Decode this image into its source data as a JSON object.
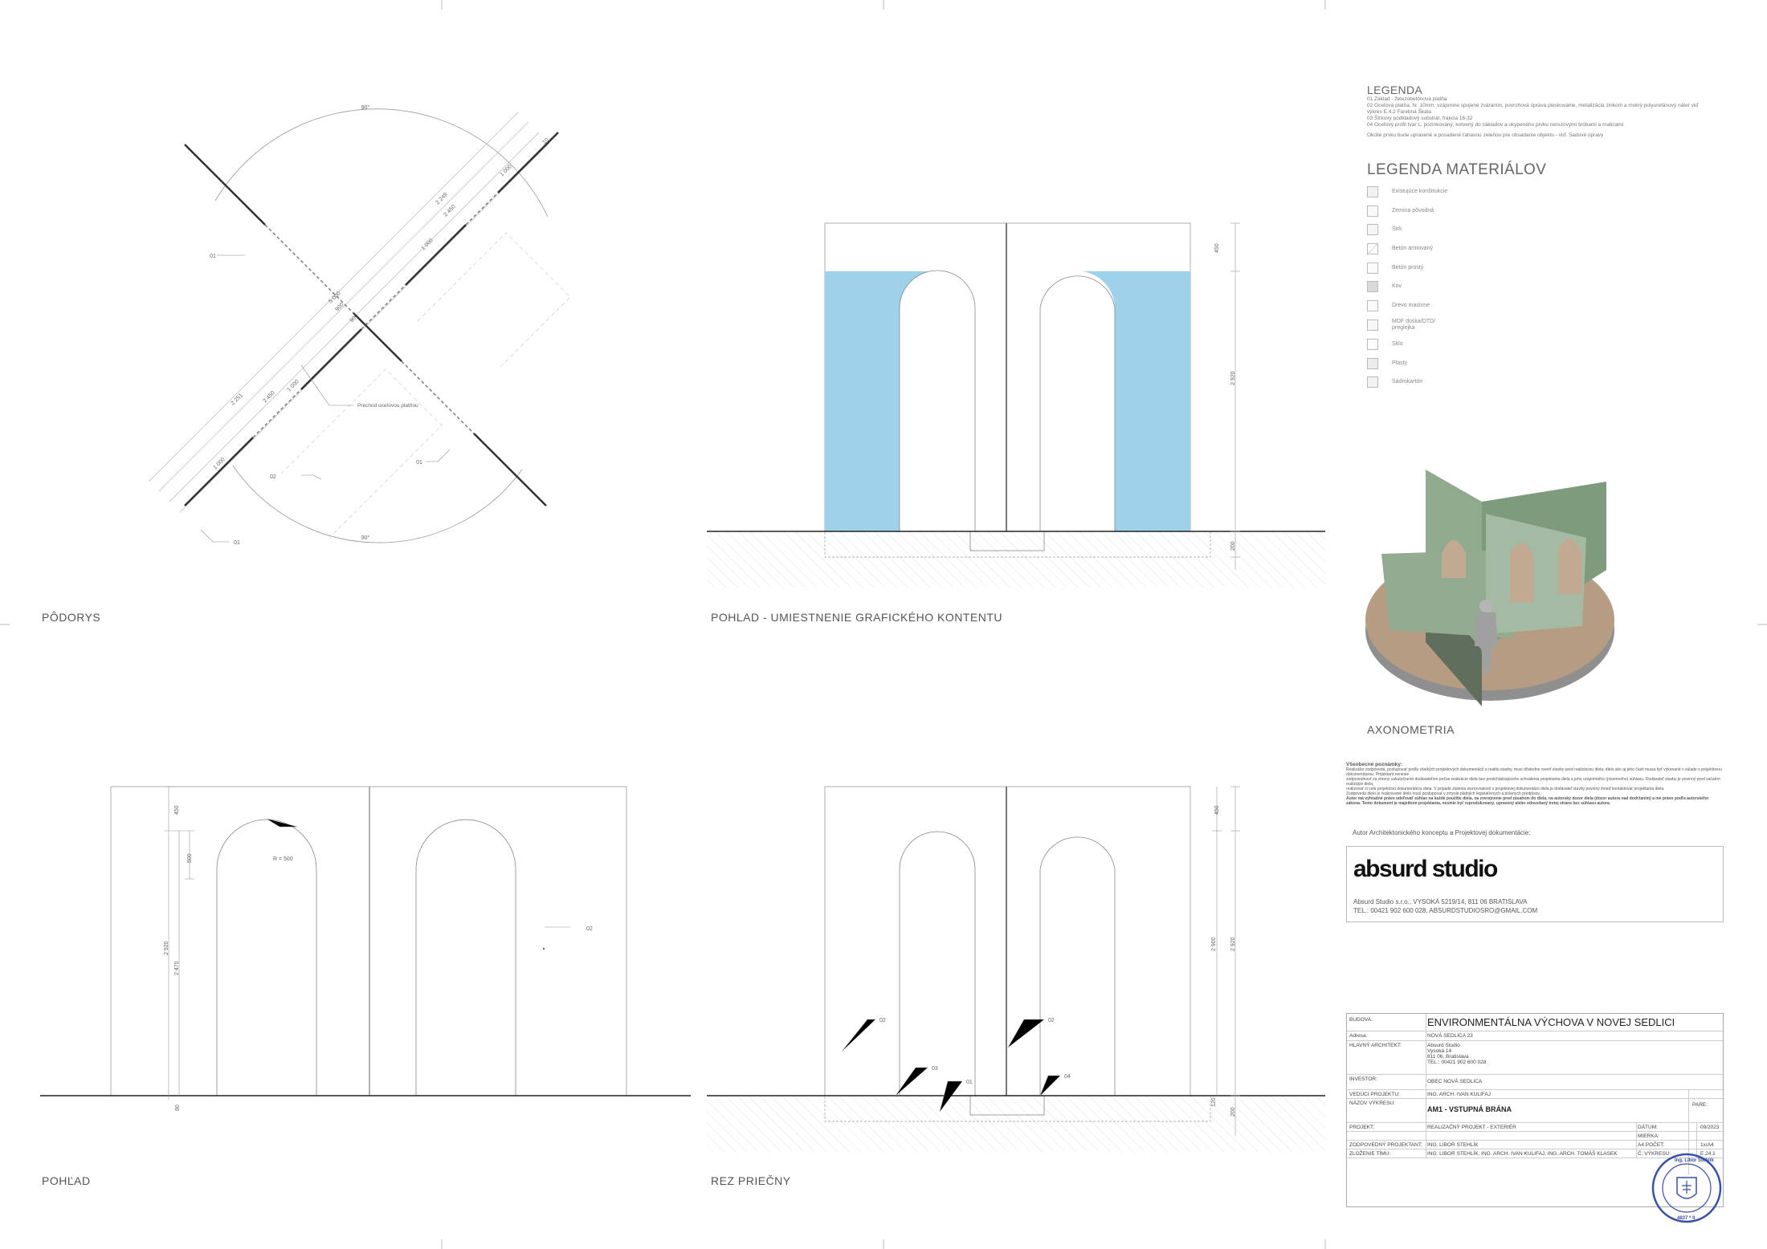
{
  "views": {
    "plan": "PÔDORYS",
    "elevation_graphic": "POHLAD - UMIESTNENIE GRAFICKÉHO KONTENTU",
    "elevation": "POHĽAD",
    "section": "REZ PRIEČNY",
    "axonometry": "AXONOMETRIA"
  },
  "plan": {
    "angle_top": "90°",
    "angle_bottom": "90°",
    "callouts": [
      "01",
      "01",
      "01",
      "02"
    ],
    "note_label": "Prechod oceľovou platňou",
    "dims": [
      "2 249",
      "2 450",
      "1 000",
      "1 000",
      "2 251",
      "2 450",
      "1 000",
      "1 000",
      "5 000",
      "900",
      "900",
      "10"
    ]
  },
  "elev_graphic": {
    "dim_top": "450",
    "dim_main": "2 920",
    "dim_base": "200",
    "colors": {
      "panel": "#9dd2ea"
    }
  },
  "elevation": {
    "dim_top": "450",
    "dim_arch": "500",
    "dim_total": "2 920",
    "dim_opening": "2 470",
    "radius": "R = 500",
    "callout": "02",
    "dim_bottom": "80"
  },
  "section": {
    "dim_top": "450",
    "dim_inner": "2 900",
    "dim_total": "2 920",
    "dim_base_a": "120",
    "dim_base_b": "200",
    "callouts": [
      "02",
      "02",
      "03",
      "01",
      "04"
    ]
  },
  "legend": {
    "title": "LEGENDA",
    "items": [
      "01 Základ - železobetónová platňa",
      "02 Oceľová platňa, hr. 10mm, vzájomne spojené zváraním, povrchová úprava pieskovanie, metalizácia zinkom a mokrý polyuretánový náter viď",
      "výkres E.4.2 Farebná Škála",
      "03 Štrkový podkladový substrát, frakcia 16-32",
      "04 Oceľový profil tvar L, pozinkovaný, kotvený do základov a ukypeného prvku nerezovými šróbami a maticami",
      "Okolie prvku bude upravené a posadené ťahavou zeleňou pre obsadanie objektu - viď. Sadové úpravy"
    ]
  },
  "materials": {
    "title": "LEGENDA MATERIÁLOV",
    "items": [
      "Existujúce konštrukcie",
      "Zemina pôvodná",
      "Štrk",
      "Betón armovaný",
      "Betón prostý",
      "Kov",
      "Drevo masívne",
      "MDF doska/DTD/ preglejka",
      "Sklo",
      "Plasty",
      "Sádrokartón"
    ]
  },
  "notes": {
    "heading": "Všeobecné poznámky:",
    "lines": [
      "Realizátor zodpovedá, postupovať podľa všetkých projektových dokumentácií a realitu stavby, musí dôsledne overiť stavby pred realizáciou diela; dielo ako aj jeho časti musia byť vykonané v súlade s projektovou dokumentáciou. Projektant nenesie",
      "zodpovednosť za zmeny uskutočnené dodávateľom počas realizácie diela bez predchádzajúceho schválenia projektanta diela a jeho vzájomného (písomného) súhlasu. Dodávateľ stavby je povinný pred začatím realizácie diela,",
      "realizovať si celú projektovú dokumentáciu diela. V prípade zistenia nezrovnalostí v projektovej dokumentácii diela je dodávateľ stavby povinný ihneď kontaktovať projektanta diela.",
      "Zodpovedá dielo je realizované dielo musí postupovať v zmysle platných legislatívnych a právnych predpisov.",
      "Autor má výhradné právo udeľovať súhlas na každé použitie diela, na zverejnenie pred zásahom do diela, na autorský dozor diela (dozor autora nad dodržaním) a iné právo podľa autorského",
      "zákona. Tento dokument je majetkom projektanta, nesmie byť reprodukovaný, upravený alebo odovzdaný tretej strane bez súhlasu autora."
    ]
  },
  "author": {
    "intro": "Autor Architektonického konceptu a Projektovej dokumentácie:",
    "logo": "absurd studio",
    "address": "Absurd Studio s.r.o., VYSOKÁ 5219/14, 811 06 BRATISLAVA",
    "contact": "TEL.: 00421 902 600 028, ABSURDSTUDIOSRO@GMAIL.COM"
  },
  "titleblock": {
    "budova_lab": "BUDOVA:",
    "budova": "ENVIRONMENTÁLNA VÝCHOVA V NOVEJ SEDLICI",
    "adresa_lab": "Adresa:",
    "adresa": "NOVÁ SEDLICA 23",
    "architekt_lab": "HLAVNÝ ARCHITEKT:",
    "architekt": [
      "Absurd Studio",
      "Vysoká 14",
      "811 06, Bratislava",
      "TEL.: 00421 902 600 028"
    ],
    "investor_lab": "INVESTOR:",
    "investor": "OBEC NOVÁ SEDLICA",
    "veduci_lab": "VEDÚCI PROJEKTU:",
    "veduci": "ING. ARCH. IVAN KULIFAJ",
    "nazov_lab": "NÁZOV VÝKRESU:",
    "nazov": "AM1 - VSTUPNÁ BRÁNA",
    "pare_lab": "PARE:",
    "projekt_lab": "PROJEKT:",
    "projekt": "REALIZAČNÝ PROJEKT - EXTERIÉR",
    "datum_lab": "DÁTUM:",
    "datum": "09/2023",
    "mierka_lab": "MIERKA:",
    "mierka": "",
    "zodp_lab": "ZODPOVEDNÝ PROJEKTANT:",
    "zodp": "ING. LIBOR STEHLÍK",
    "a4_lab": "A4 POČET:",
    "a4": "1x/A4",
    "tim_lab": "ZLOŽENIE TÍMU:",
    "tim": "ING. LIBOR STEHLÍK, ING. ARCH. IVAN KULIFAJ, ING. ARCH. TOMÁŠ KLASEK",
    "cv_lab": "Č. VÝKRESU:",
    "cv": "E.24.1"
  }
}
